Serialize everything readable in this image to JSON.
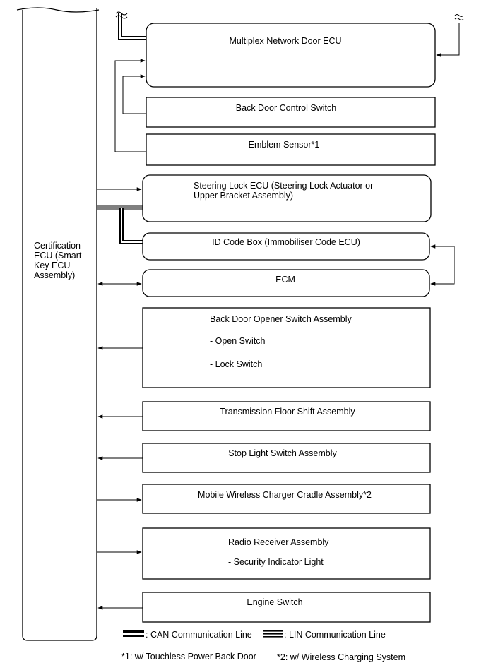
{
  "certification_ecu": {
    "label_lines": [
      "Certification",
      "ECU (Smart",
      "Key ECU",
      "Assembly)"
    ]
  },
  "components": {
    "multiplex_door_ecu": "Multiplex Network Door ECU",
    "back_door_control_switch": "Back Door Control Switch",
    "emblem_sensor": "Emblem Sensor*1",
    "steering_lock_ecu": [
      "Steering Lock ECU (Steering Lock Actuator or",
      "Upper Bracket Assembly)"
    ],
    "id_code_box": "ID Code Box (Immobiliser Code ECU)",
    "ecm": "ECM",
    "back_door_opener": {
      "title": "Back Door Opener Switch Assembly",
      "items": [
        "- Open Switch",
        "- Lock Switch"
      ]
    },
    "transmission_floor_shift": "Transmission Floor Shift Assembly",
    "stop_light_switch": "Stop Light Switch Assembly",
    "wireless_charger_cradle": "Mobile Wireless Charger Cradle Assembly*2",
    "radio_receiver": {
      "title": "Radio Receiver Assembly",
      "items": [
        "- Security Indicator Light"
      ]
    },
    "engine_switch": "Engine Switch"
  },
  "legend": {
    "can_line": ": CAN Communication Line",
    "lin_line": ": LIN Communication Line"
  },
  "footnotes": {
    "note1": "*1: w/ Touchless Power Back Door",
    "note2": "*2: w/ Wireless Charging System"
  }
}
